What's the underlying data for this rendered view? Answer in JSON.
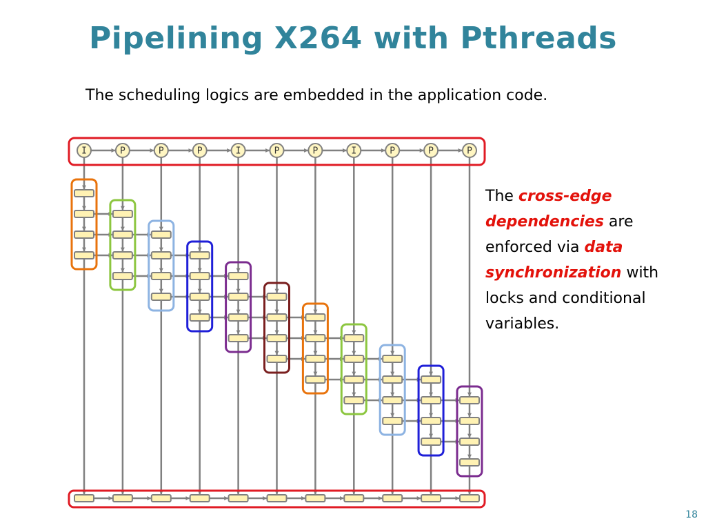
{
  "slide": {
    "title": "Pipelining X264 with Pthreads",
    "subtitle": "The scheduling logics are embedded in the application code.",
    "description": {
      "t1": "The ",
      "e1": "cross-edge dependencies",
      "t2": " are enforced via ",
      "e2": "data synchronization",
      "t3": " with locks and conditional variables."
    },
    "page_number": "18"
  },
  "diagram": {
    "frame_types": [
      "I",
      "P",
      "P",
      "P",
      "I",
      "P",
      "P",
      "I",
      "P",
      "P",
      "P"
    ],
    "stage_group_colors": [
      "#E8730C",
      "#8CC63F",
      "#8DB3E2",
      "#1F1FD8",
      "#7B2C8F",
      "#7A1F1F",
      "#E8730C",
      "#8CC63F",
      "#8DB3E2",
      "#1F1FD8",
      "#7B2C8F"
    ],
    "stages_per_frame": 4,
    "colors": {
      "frame_border": "#E01B24",
      "circle_fill": "#FFF6C2",
      "box_fill": "#FFF2B3",
      "line": "#808080"
    }
  }
}
